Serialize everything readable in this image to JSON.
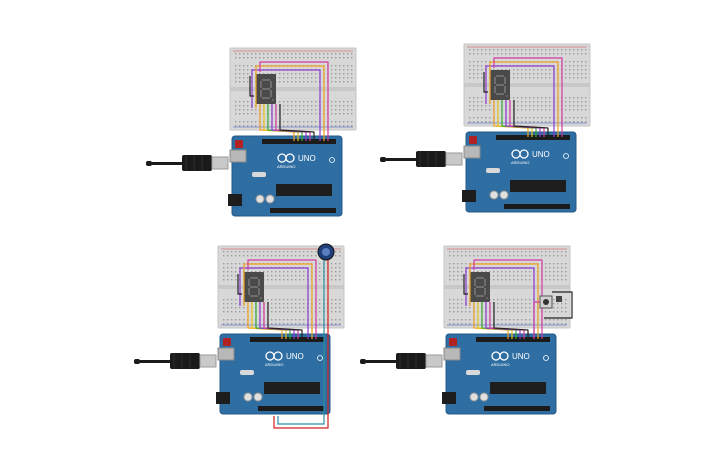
{
  "board": {
    "brand": "ARDUINO",
    "model": "UNO"
  },
  "circuits": [
    {
      "name": "circuit-digit-display",
      "extra": null
    },
    {
      "name": "circuit-digit-counter",
      "extra": null
    },
    {
      "name": "circuit-potentiometer-display",
      "extra": "potentiometer"
    },
    {
      "name": "circuit-pushbutton-display",
      "extra": "pushbutton"
    }
  ],
  "colors": {
    "board": "#2f6ea3",
    "board_edge": "#245a8a",
    "breadboard": "#d8d8d8",
    "seg_body": "#4a4a4a",
    "usb_cable": "#1a1a1a",
    "wire_orange": "#f0a020",
    "wire_yellow": "#e8c61a",
    "wire_green": "#3aaa35",
    "wire_purple": "#8a3ad0",
    "wire_magenta": "#d13aa0",
    "wire_red": "#d42020",
    "wire_teal": "#2a8fa0",
    "wire_black": "#222222"
  }
}
